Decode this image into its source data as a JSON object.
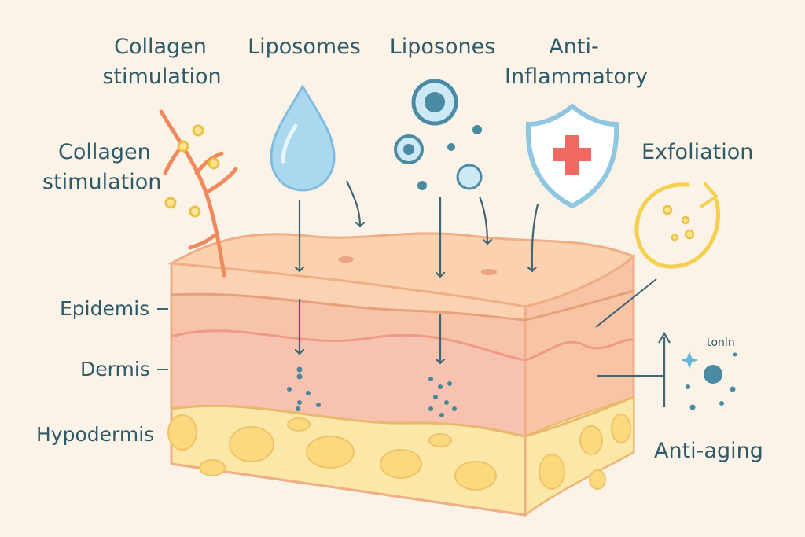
{
  "labels": {
    "collagen_top_line1": "Collagen",
    "collagen_top_line2": "stimulation",
    "collagen_side_line1": "Collagen",
    "collagen_side_line2": "stimulation",
    "liposomes": "Liposomes",
    "liposones": "Liposones",
    "anti_line1": "Anti-",
    "anti_line2": "Inflammatory",
    "exfoliation": "Exfoliation",
    "anti_aging": "Anti-aging",
    "tonin": "tonln"
  },
  "layers": {
    "epidermis": "Epidemis",
    "dermis": "Dermis",
    "hypodermis": "Hypodermis"
  },
  "colors": {
    "label_text": "#2f5a68",
    "epidermis": "#fbd3b3",
    "dermis": "#f8c2b0",
    "hypodermis": "#fbe7a8",
    "collagen": "#f08a5c",
    "droplet": "#a9d8ef",
    "shield_cross": "#ee6a62",
    "exfoliation_circle": "#f4d04e",
    "arrow": "#3e6571"
  }
}
